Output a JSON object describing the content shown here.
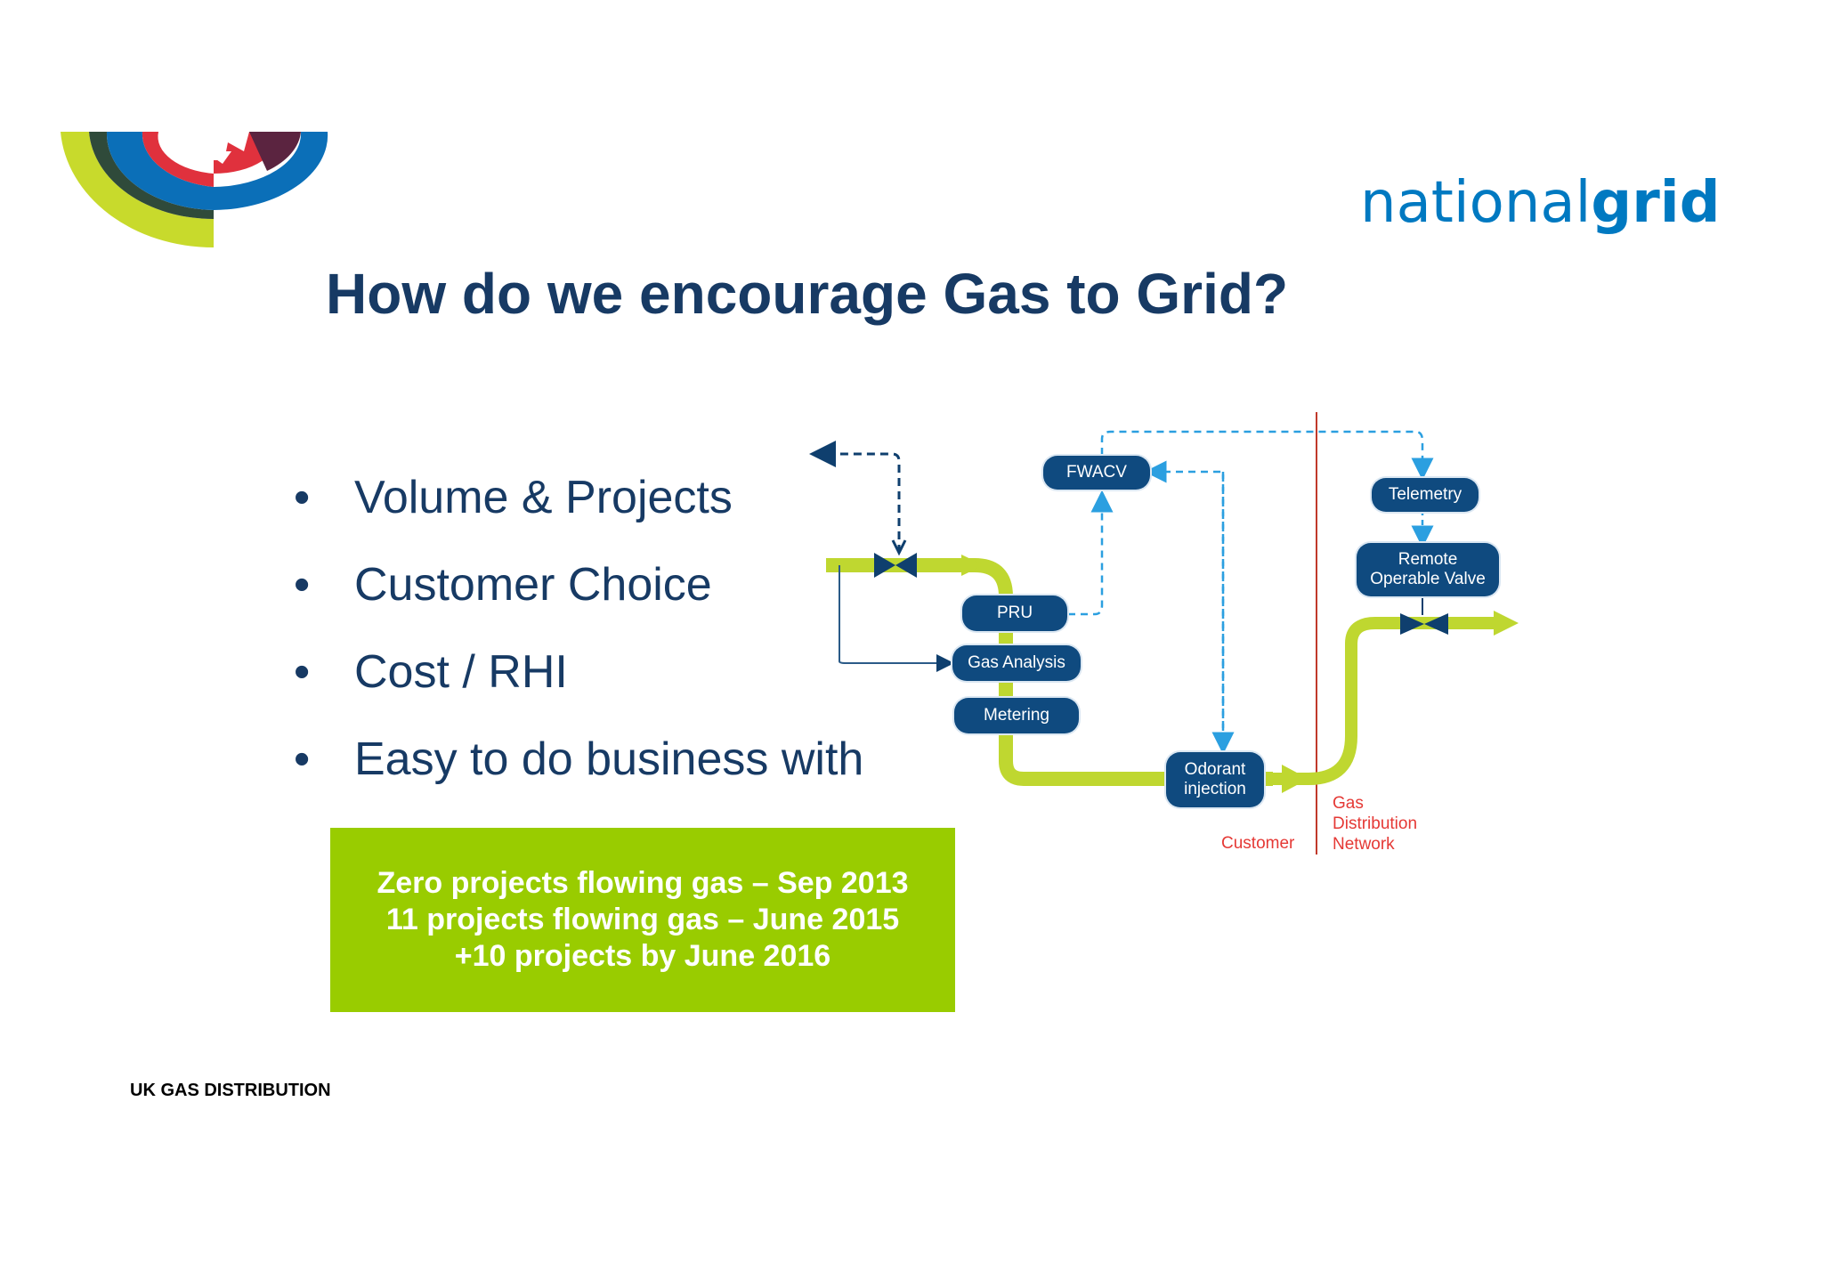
{
  "slide": {
    "title": "How do we encourage Gas to Grid?",
    "logo": {
      "part1": "national",
      "part2": "grid"
    },
    "bullets": [
      {
        "symbol": "•",
        "text": "Volume & Projects"
      },
      {
        "symbol": "•",
        "text": "Customer Choice"
      },
      {
        "symbol": "•",
        "text": "Cost / RHI"
      },
      {
        "symbol": "•",
        "text": "Easy to do business with"
      }
    ],
    "highlight_box": {
      "lines": [
        "Zero projects flowing gas – Sep 2013",
        "11 projects flowing gas – June 2015",
        "+10 projects by June 2016"
      ],
      "color": "#99cc00"
    },
    "footer": "UK GAS DISTRIBUTION"
  },
  "diagram": {
    "nodes": {
      "fwacv": "FWACV",
      "telemetry": "Telemetry",
      "remote_valve_1": "Remote",
      "remote_valve_2": "Operable Valve",
      "pru": "PRU",
      "gas_analysis": "Gas Analysis",
      "metering": "Metering",
      "odorant_1": "Odorant",
      "odorant_2": "injection"
    },
    "labels": {
      "customer": "Customer",
      "gdn_1": "Gas",
      "gdn_2": "Distribution",
      "gdn_3": "Network"
    },
    "colors": {
      "pipe": "#bfd730",
      "node": "#0f4a7f",
      "dashed_link": "#2b9fe0",
      "boundary": "#c0392b"
    }
  },
  "brand_colors": {
    "title": "#173a64",
    "logo_blue": "#0079c1",
    "arc_lime": "#c8da2c",
    "arc_dark_green": "#2f4a3a",
    "arc_blue": "#0b6fb8",
    "arc_red": "#e0313d",
    "arc_maroon": "#5b2440"
  }
}
